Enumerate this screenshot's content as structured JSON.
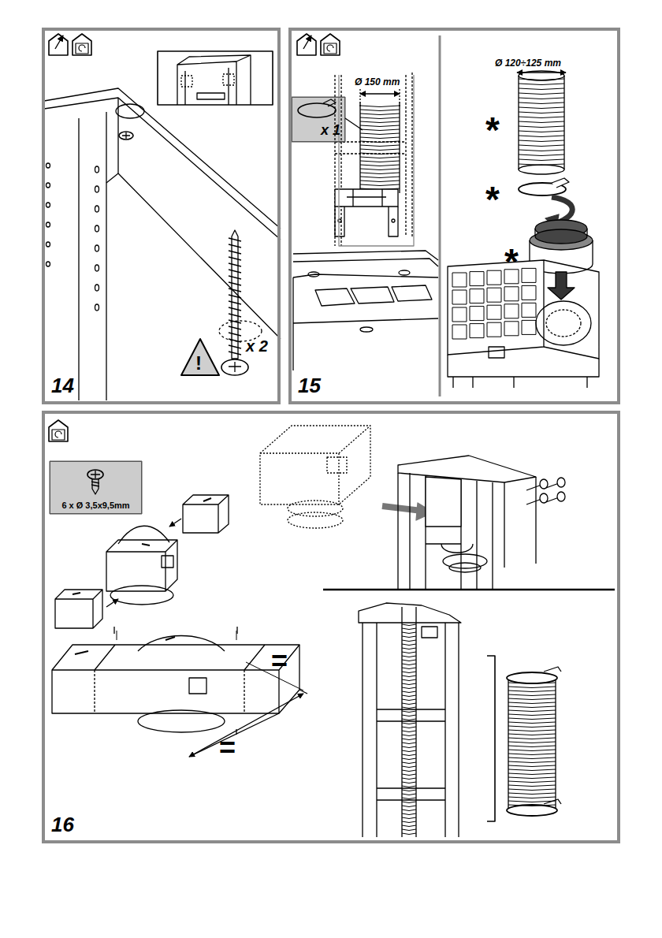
{
  "diagram": {
    "nodes": [
      {
        "text": [
          "14"
        ]
      },
      {
        "text": [
          "15"
        ]
      },
      {
        "text": [
          "x 1"
        ],
        "in": 1
      },
      {
        "text": [
          "16"
        ]
      },
      {
        "text": [
          "6 x Ø 3,5x9,5mm"
        ],
        "in": 3
      }
    ],
    "labels": [
      "x 2",
      "!",
      "Ø 150 mm",
      "Ø 120÷125 mm",
      "*",
      "*",
      "*",
      "=",
      "="
    ]
  }
}
